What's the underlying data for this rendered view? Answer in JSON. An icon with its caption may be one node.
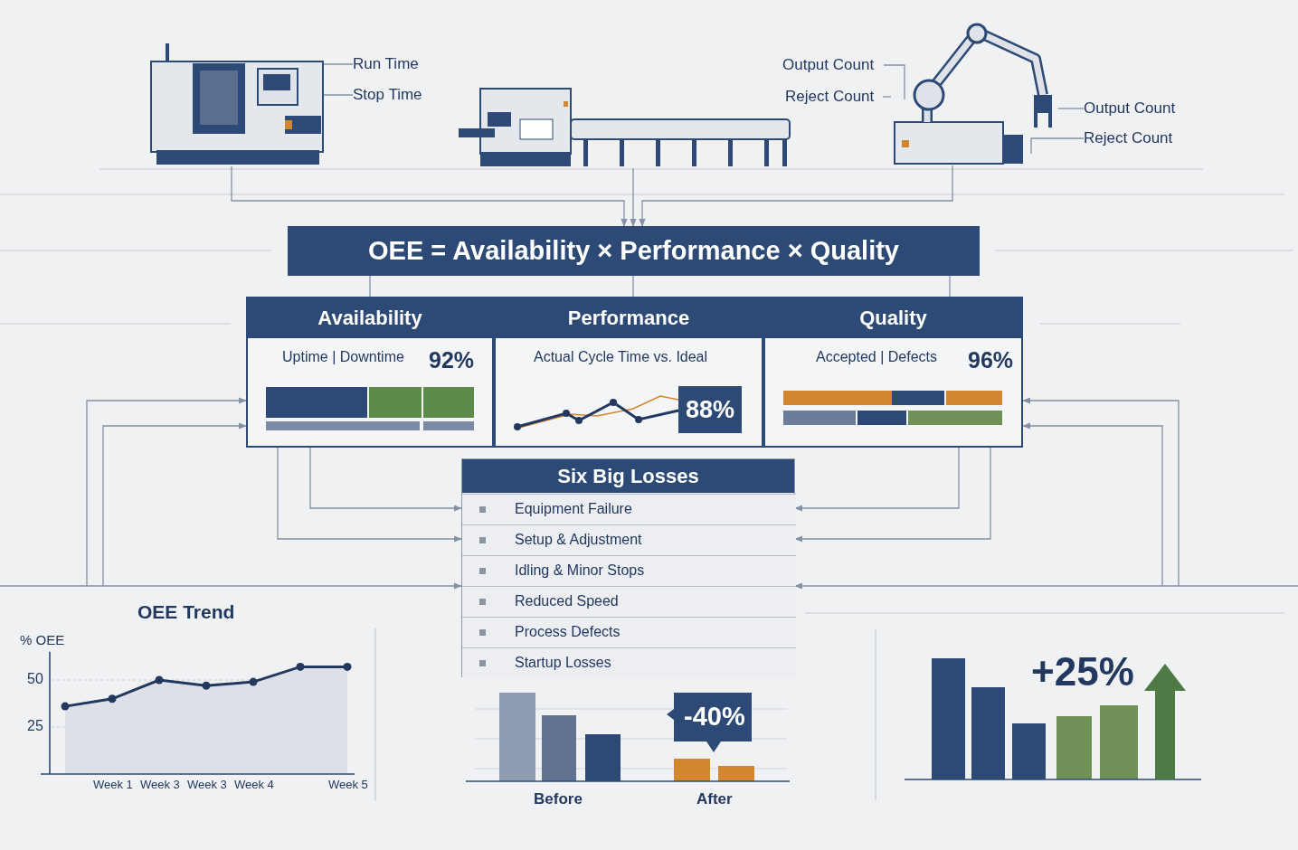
{
  "diagram": {
    "nodes": [
      {
        "text": [],
        "shape": "picture"
      },
      {
        "text": [
          "Run Time"
        ]
      },
      {
        "text": [
          "Stop Time"
        ]
      },
      {
        "text": [],
        "shape": "picture"
      },
      {
        "text": [
          "Output Count"
        ]
      },
      {
        "text": [
          "Reject Count"
        ]
      },
      {
        "text": [],
        "shape": "picture"
      },
      {
        "text": [
          "Output Count"
        ]
      },
      {
        "text": [
          "Reject Count"
        ]
      },
      {
        "text": [
          "OEE = Availability × Performance × Quality"
        ]
      },
      {
        "text": [
          "Availability",
          "Uptime | Downtime",
          "92%"
        ]
      },
      {
        "text": [
          "Performance",
          "Actual Cycle Time vs. Ideal",
          "88%"
        ]
      },
      {
        "text": [
          "Quality",
          "Accepted | Defects",
          "96%"
        ]
      },
      {
        "text": [
          "Six Big Losses"
        ]
      },
      {
        "text": [
          "Equipment Failure"
        ],
        "in": 13
      },
      {
        "text": [
          "Setup & Adjustment"
        ],
        "in": 13
      },
      {
        "text": [
          "Idling & Minor Stops"
        ],
        "in": 13
      },
      {
        "text": [
          "Reduced Speed"
        ],
        "in": 13
      },
      {
        "text": [
          "Process Defects"
        ],
        "in": 13
      },
      {
        "text": [
          "Startup Losses"
        ],
        "in": 13
      }
    ],
    "edges": [
      {
        "from": 1,
        "to": 0,
        "arrow": "none"
      },
      {
        "from": 2,
        "to": 0,
        "arrow": "none"
      },
      {
        "from": 4,
        "to": 6,
        "arrow": "none"
      },
      {
        "from": 5,
        "to": 6,
        "arrow": "none"
      },
      {
        "from": 7,
        "to": 6,
        "arrow": "none"
      },
      {
        "from": 8,
        "to": 6,
        "arrow": "none"
      },
      {
        "from": 0,
        "to": 9,
        "arrow": "to"
      },
      {
        "from": 3,
        "to": 9,
        "arrow": "to"
      },
      {
        "from": 6,
        "to": 9,
        "arrow": "to"
      },
      {
        "from": 9,
        "to": 10,
        "arrow": "none"
      },
      {
        "from": 9,
        "to": 11,
        "arrow": "none"
      },
      {
        "from": 9,
        "to": 12,
        "arrow": "none"
      },
      {
        "from": 10,
        "to": 14,
        "arrow": "to"
      },
      {
        "from": 10,
        "to": 15,
        "arrow": "to"
      },
      {
        "from": 12,
        "to": 14,
        "arrow": "to"
      },
      {
        "from": 12,
        "to": 15,
        "arrow": "to"
      },
      {
        "from": null,
        "to": 10,
        "arrow": "to"
      },
      {
        "from": null,
        "to": 10,
        "arrow": "to"
      },
      {
        "from": null,
        "to": 13,
        "arrow": "to"
      },
      {
        "from": null,
        "to": 12,
        "arrow": "to"
      },
      {
        "from": null,
        "to": 12,
        "arrow": "to"
      },
      {
        "from": null,
        "to": 13,
        "arrow": "to"
      }
    ],
    "labels": [
      "Before",
      "After",
      "-40%",
      "+25%"
    ],
    "chart_data": {
      "type": "area",
      "title": "OEE Trend",
      "ylabel": "% OEE",
      "categories": [
        null,
        "Week 1",
        "Week 3",
        "Week 3",
        "Week 4",
        null,
        "Week 5"
      ],
      "series": [
        {
          "color": "#22385e",
          "marker": "o",
          "values": [
            36,
            40,
            50,
            47,
            49,
            57,
            57
          ]
        }
      ],
      "yticks": [
        25,
        50
      ],
      "ylim": [
        0,
        65
      ]
    }
  }
}
